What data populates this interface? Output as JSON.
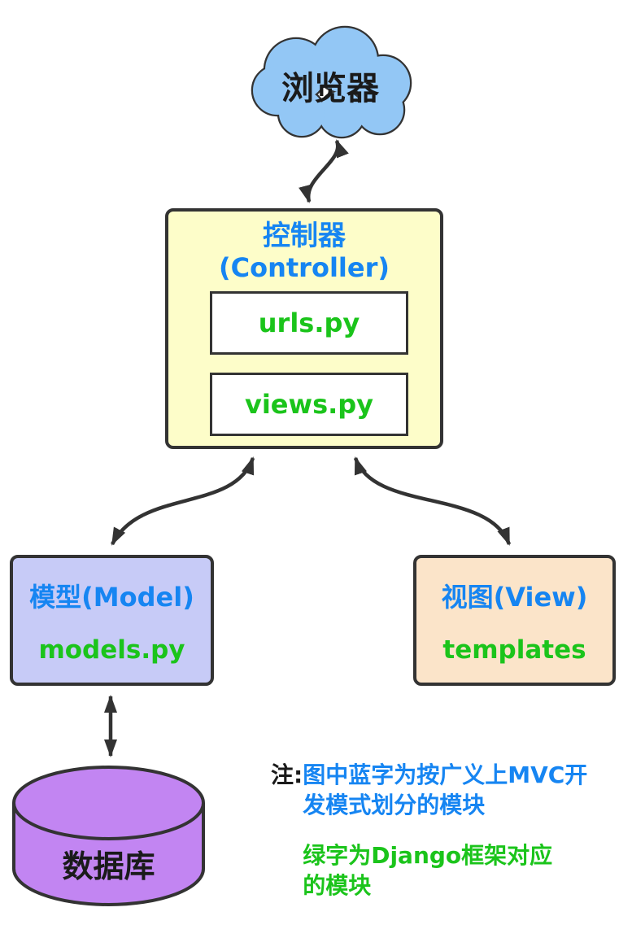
{
  "colors": {
    "blue": "#1685F2",
    "green": "#1BC41B",
    "ink": "#333333",
    "text_dark": "#1A1A1A",
    "cloud_fill": "#93C7F5",
    "controller_fill": "#FDFDC9",
    "model_fill": "#C7CBF7",
    "view_fill": "#FBE4C9",
    "db_fill": "#C285F2",
    "file_fill": "#FFFFFF"
  },
  "cloud": {
    "label": "浏览器"
  },
  "controller": {
    "title": "控制器",
    "subtitle": "(Controller)",
    "files": [
      "urls.py",
      "views.py"
    ]
  },
  "model": {
    "title": "模型(Model)",
    "file": "models.py"
  },
  "view": {
    "title": "视图(View)",
    "file": "templates"
  },
  "database": {
    "label": "数据库"
  },
  "note": {
    "prefix": "注:",
    "blue_lines": [
      "图中蓝字为按广义上MVC开",
      "发模式划分的模块"
    ],
    "green_lines": [
      "绿字为Django框架对应",
      "的模块"
    ]
  }
}
